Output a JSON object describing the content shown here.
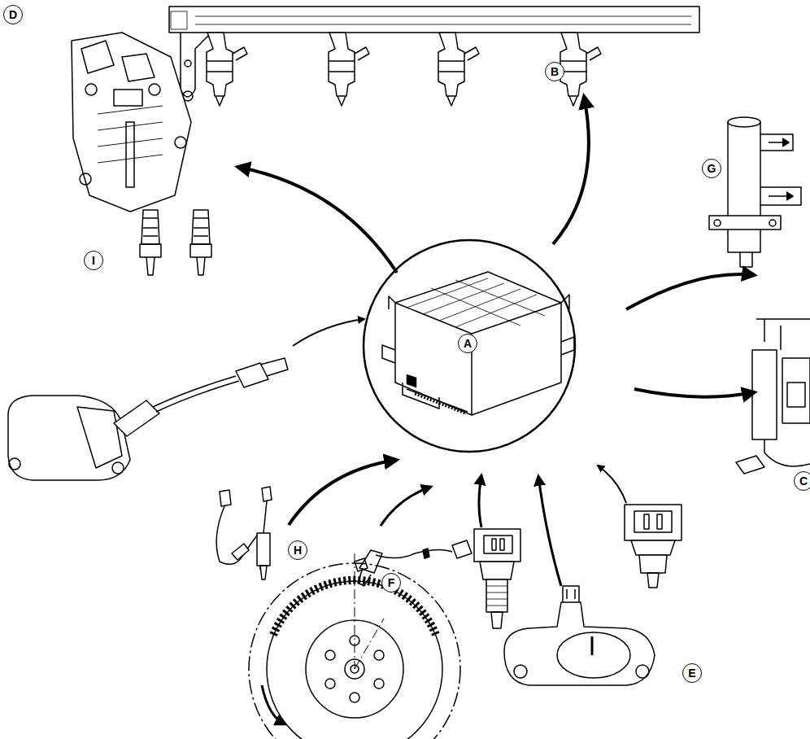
{
  "diagram": {
    "labels": [
      "D",
      "B",
      "I",
      "G",
      "A",
      "C",
      "H",
      "F",
      "E"
    ]
  }
}
